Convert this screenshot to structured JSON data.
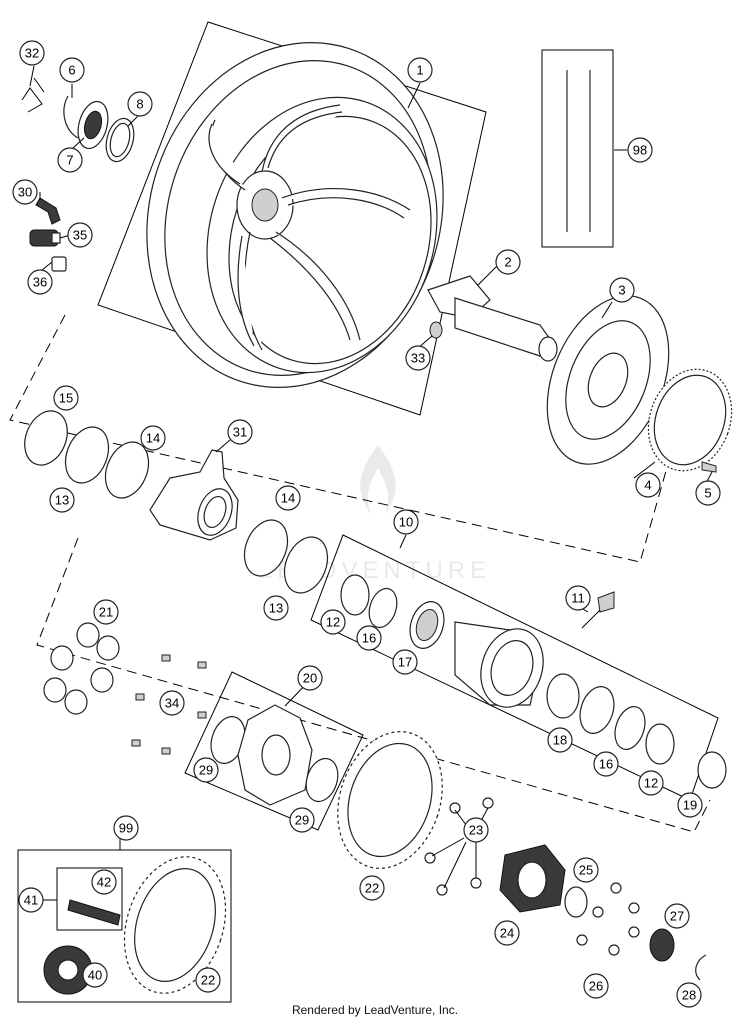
{
  "footer": "Rendered by LeadVenture, Inc.",
  "watermark": "LEADVENTURE",
  "callouts": [
    {
      "id": "c1",
      "label": "1"
    },
    {
      "id": "c2",
      "label": "2"
    },
    {
      "id": "c3",
      "label": "3"
    },
    {
      "id": "c4",
      "label": "4"
    },
    {
      "id": "c5",
      "label": "5"
    },
    {
      "id": "c6",
      "label": "6"
    },
    {
      "id": "c7",
      "label": "7"
    },
    {
      "id": "c8",
      "label": "8"
    },
    {
      "id": "c10",
      "label": "10"
    },
    {
      "id": "c11",
      "label": "11"
    },
    {
      "id": "c12a",
      "label": "12"
    },
    {
      "id": "c12b",
      "label": "12"
    },
    {
      "id": "c13a",
      "label": "13"
    },
    {
      "id": "c13b",
      "label": "13"
    },
    {
      "id": "c14a",
      "label": "14"
    },
    {
      "id": "c14b",
      "label": "14"
    },
    {
      "id": "c15",
      "label": "15"
    },
    {
      "id": "c16a",
      "label": "16"
    },
    {
      "id": "c16b",
      "label": "16"
    },
    {
      "id": "c17",
      "label": "17"
    },
    {
      "id": "c18",
      "label": "18"
    },
    {
      "id": "c19",
      "label": "19"
    },
    {
      "id": "c20",
      "label": "20"
    },
    {
      "id": "c21",
      "label": "21"
    },
    {
      "id": "c22a",
      "label": "22"
    },
    {
      "id": "c22b",
      "label": "22"
    },
    {
      "id": "c23",
      "label": "23"
    },
    {
      "id": "c24",
      "label": "24"
    },
    {
      "id": "c25",
      "label": "25"
    },
    {
      "id": "c26",
      "label": "26"
    },
    {
      "id": "c27",
      "label": "27"
    },
    {
      "id": "c28",
      "label": "28"
    },
    {
      "id": "c29a",
      "label": "29"
    },
    {
      "id": "c29b",
      "label": "29"
    },
    {
      "id": "c30",
      "label": "30"
    },
    {
      "id": "c31",
      "label": "31"
    },
    {
      "id": "c32",
      "label": "32"
    },
    {
      "id": "c33",
      "label": "33"
    },
    {
      "id": "c34",
      "label": "34"
    },
    {
      "id": "c35",
      "label": "35"
    },
    {
      "id": "c36",
      "label": "36"
    },
    {
      "id": "c40",
      "label": "40"
    },
    {
      "id": "c41",
      "label": "41"
    },
    {
      "id": "c42",
      "label": "42"
    },
    {
      "id": "c98",
      "label": "98"
    },
    {
      "id": "c99",
      "label": "99"
    }
  ]
}
